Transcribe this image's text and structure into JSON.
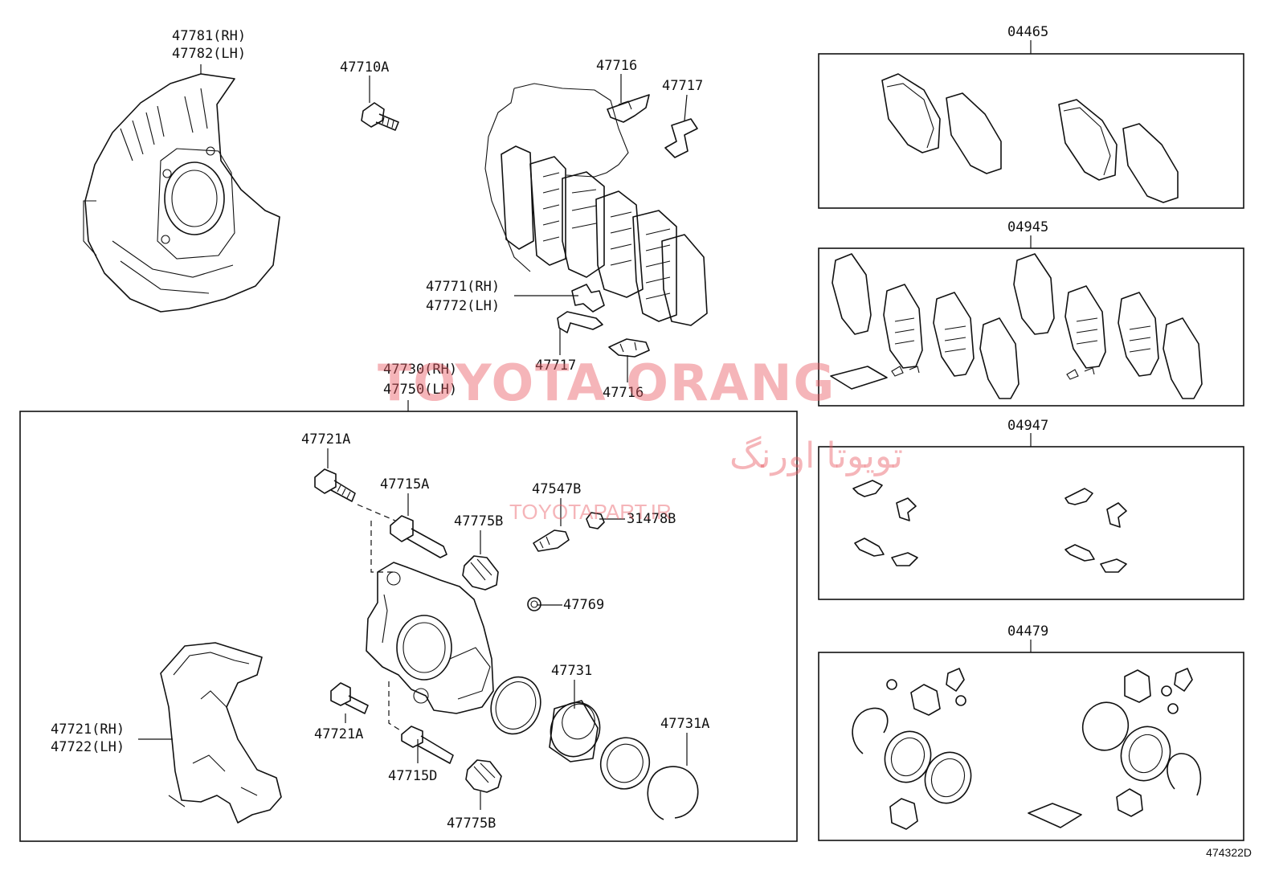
{
  "labels": {
    "shield": [
      "47781(RH)",
      "47782(LH)"
    ],
    "bolt_top": "47710A",
    "clip_top_a": "47716",
    "clip_top_b": "47717",
    "shim": [
      "47771(RH)",
      "47772(LH)"
    ],
    "clip_bottom_b": "47717",
    "clip_bottom_a": "47716",
    "cylinder": [
      "47730(RH)",
      "47750(LH)"
    ],
    "bolt_a_top": "47721A",
    "pin_a": "47715A",
    "bleeder": "47547B",
    "cap": "31478B",
    "boot_top": "47775B",
    "bush": "47769",
    "seal": "47731",
    "ring": "47731A",
    "bolt_a_bottom": "47721A",
    "pin_d": "47715D",
    "boot_bottom": "47775B",
    "mount": [
      "47721(RH)",
      "47722(LH)"
    ]
  },
  "kits": [
    {
      "code": "04465"
    },
    {
      "code": "04945"
    },
    {
      "code": "04947"
    },
    {
      "code": "04479"
    }
  ],
  "watermark": {
    "line1": "TOYOTA ORANG",
    "line2": "تویوتا اورنگ",
    "line3": "TOYOTAPART.IR"
  },
  "figure_code": "474322D"
}
